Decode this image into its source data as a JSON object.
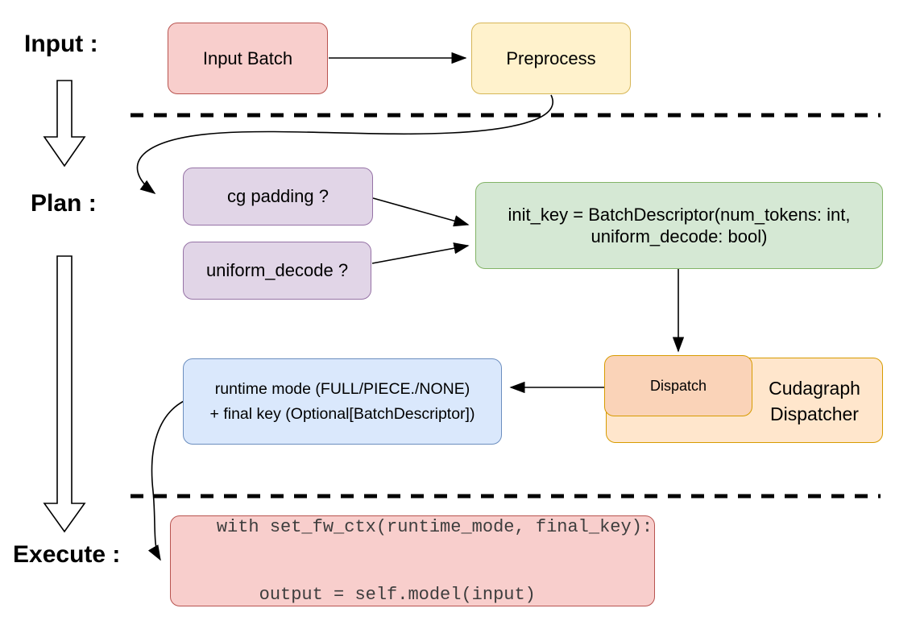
{
  "stage_labels": {
    "input": "Input :",
    "plan": "Plan :",
    "execute": "Execute :"
  },
  "boxes": {
    "input_batch": {
      "label": "Input Batch",
      "fill": "#f8cecc",
      "border": "#b85450"
    },
    "preprocess": {
      "label": "Preprocess",
      "fill": "#fff2cc",
      "border": "#d6b656"
    },
    "cg_padding": {
      "label": "cg padding ?",
      "fill": "#e1d5e7",
      "border": "#9673a6"
    },
    "uniform_decode": {
      "label": "uniform_decode ?",
      "fill": "#e1d5e7",
      "border": "#9673a6"
    },
    "init_key": {
      "line1": "init_key = BatchDescriptor(num_tokens: int,",
      "line2": "uniform_decode: bool)",
      "fill": "#d5e8d4",
      "border": "#82b366"
    },
    "dispatch": {
      "label": "Dispatch",
      "fill": "#fad3b8",
      "border": "#d79b00"
    },
    "cudagraph_dispatcher": {
      "label": "Cudagraph Dispatcher",
      "fill": "#ffe6cc",
      "border": "#d79b00"
    },
    "runtime_mode": {
      "line1": "runtime mode (FULL/PIECE./NONE)",
      "line2": "+ final key (Optional[BatchDescriptor])",
      "fill": "#dae8fc",
      "border": "#6c8ebf"
    },
    "execute_code": {
      "line1": "with set_fw_ctx(runtime_mode, final_key):",
      "line2": "    output = self.model(input)",
      "fill": "#f8cecc",
      "border": "#b85450"
    }
  },
  "edges": [
    {
      "from": "input-batch",
      "to": "preprocess",
      "style": "straight-arrow"
    },
    {
      "from": "preprocess",
      "to": "cg-padding",
      "style": "curved-arrow"
    },
    {
      "from": "cg-padding",
      "to": "init-key",
      "style": "straight-arrow"
    },
    {
      "from": "uniform-decode",
      "to": "init-key",
      "style": "straight-arrow"
    },
    {
      "from": "init-key",
      "to": "dispatch",
      "style": "straight-arrow"
    },
    {
      "from": "dispatch",
      "to": "runtime-mode",
      "style": "straight-arrow"
    },
    {
      "from": "runtime-mode",
      "to": "execute-code",
      "style": "curved-arrow"
    }
  ],
  "separators": [
    {
      "type": "dashed-line",
      "between": [
        "input",
        "plan"
      ]
    },
    {
      "type": "dashed-line",
      "between": [
        "plan",
        "execute"
      ]
    }
  ],
  "flow_arrows": [
    {
      "from": "input-label",
      "to": "plan-label",
      "style": "hollow-block-arrow"
    },
    {
      "from": "plan-label",
      "to": "execute-label",
      "style": "hollow-block-arrow"
    }
  ],
  "colors": {
    "line": "#000000",
    "code_text": "#3d3d3d",
    "background": "#ffffff"
  }
}
